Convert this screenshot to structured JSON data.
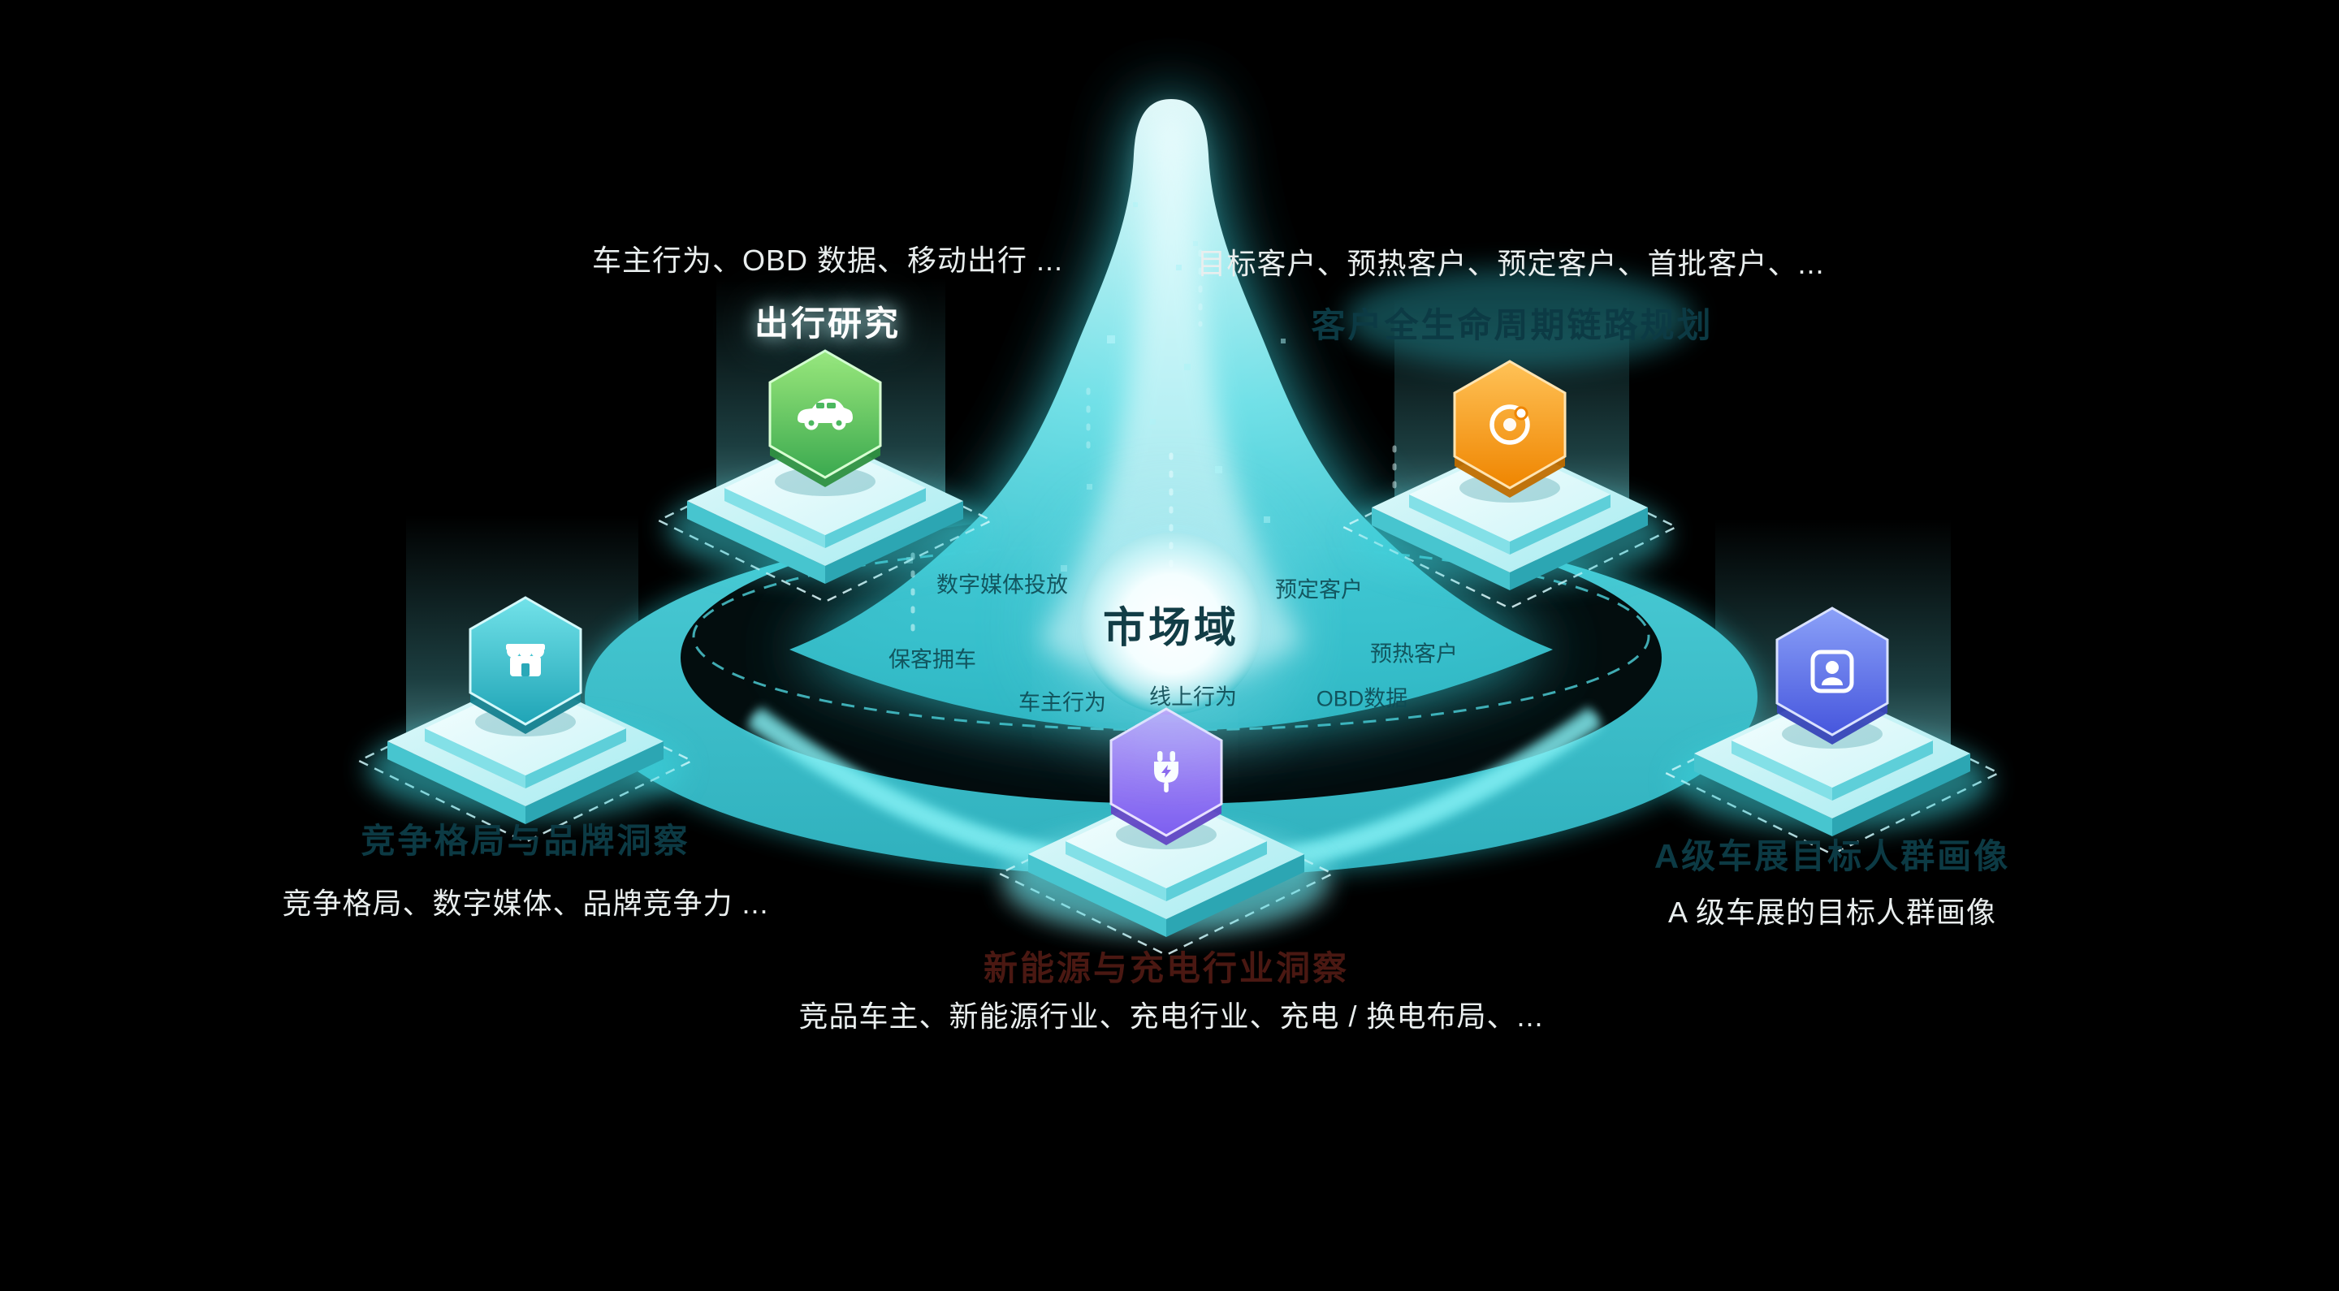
{
  "canvas": {
    "bg": "#000000"
  },
  "center": {
    "label": "市场域"
  },
  "nodes": {
    "travel": {
      "title": "出行研究",
      "subtitle": "车主行为、OBD 数据、移动出行 ...",
      "icon": "car-icon",
      "accent": "#4cb85f"
    },
    "lifecycle": {
      "title": "客户全生命周期链路规划",
      "subtitle": "目标客户、预热客户、预定客户、首批客户、...",
      "icon": "orbit-icon",
      "accent": "#f39015"
    },
    "competition": {
      "title": "竞争格局与品牌洞察",
      "subtitle": "竞争格局、数字媒体、品牌竞争力 ...",
      "icon": "storefront-icon",
      "accent": "#35c0cc"
    },
    "audience": {
      "title": "A级车展目标人群画像",
      "subtitle": "A 级车展的目标人群画像",
      "icon": "person-icon",
      "accent": "#5b6ce8"
    },
    "newenergy": {
      "title": "新能源与充电行业洞察",
      "subtitle": "竞品车主、新能源行业、充电行业、充电 / 换电布局、...",
      "icon": "plug-icon",
      "accent": "#8a63ee"
    }
  },
  "floating_labels": [
    "数字媒体投放",
    "预定客户",
    "保客拥车",
    "预热客户",
    "车主行为",
    "线上行为",
    "OBD数据"
  ]
}
